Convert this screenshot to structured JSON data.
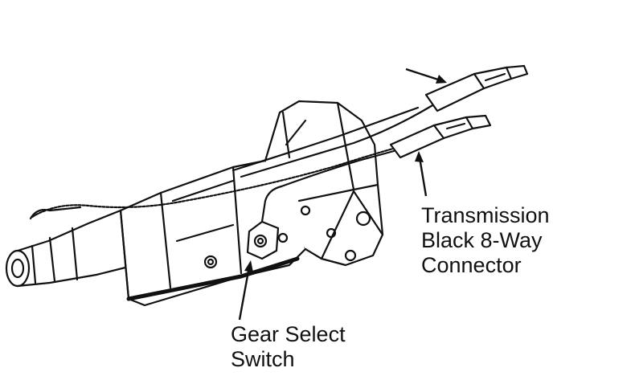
{
  "diagram": {
    "callouts": {
      "connector": {
        "lines": [
          "Transmission",
          "Black 8-Way",
          "Connector"
        ]
      },
      "switch": {
        "lines": [
          "Gear Select",
          "Switch"
        ]
      }
    },
    "ink_color": "#111111"
  }
}
